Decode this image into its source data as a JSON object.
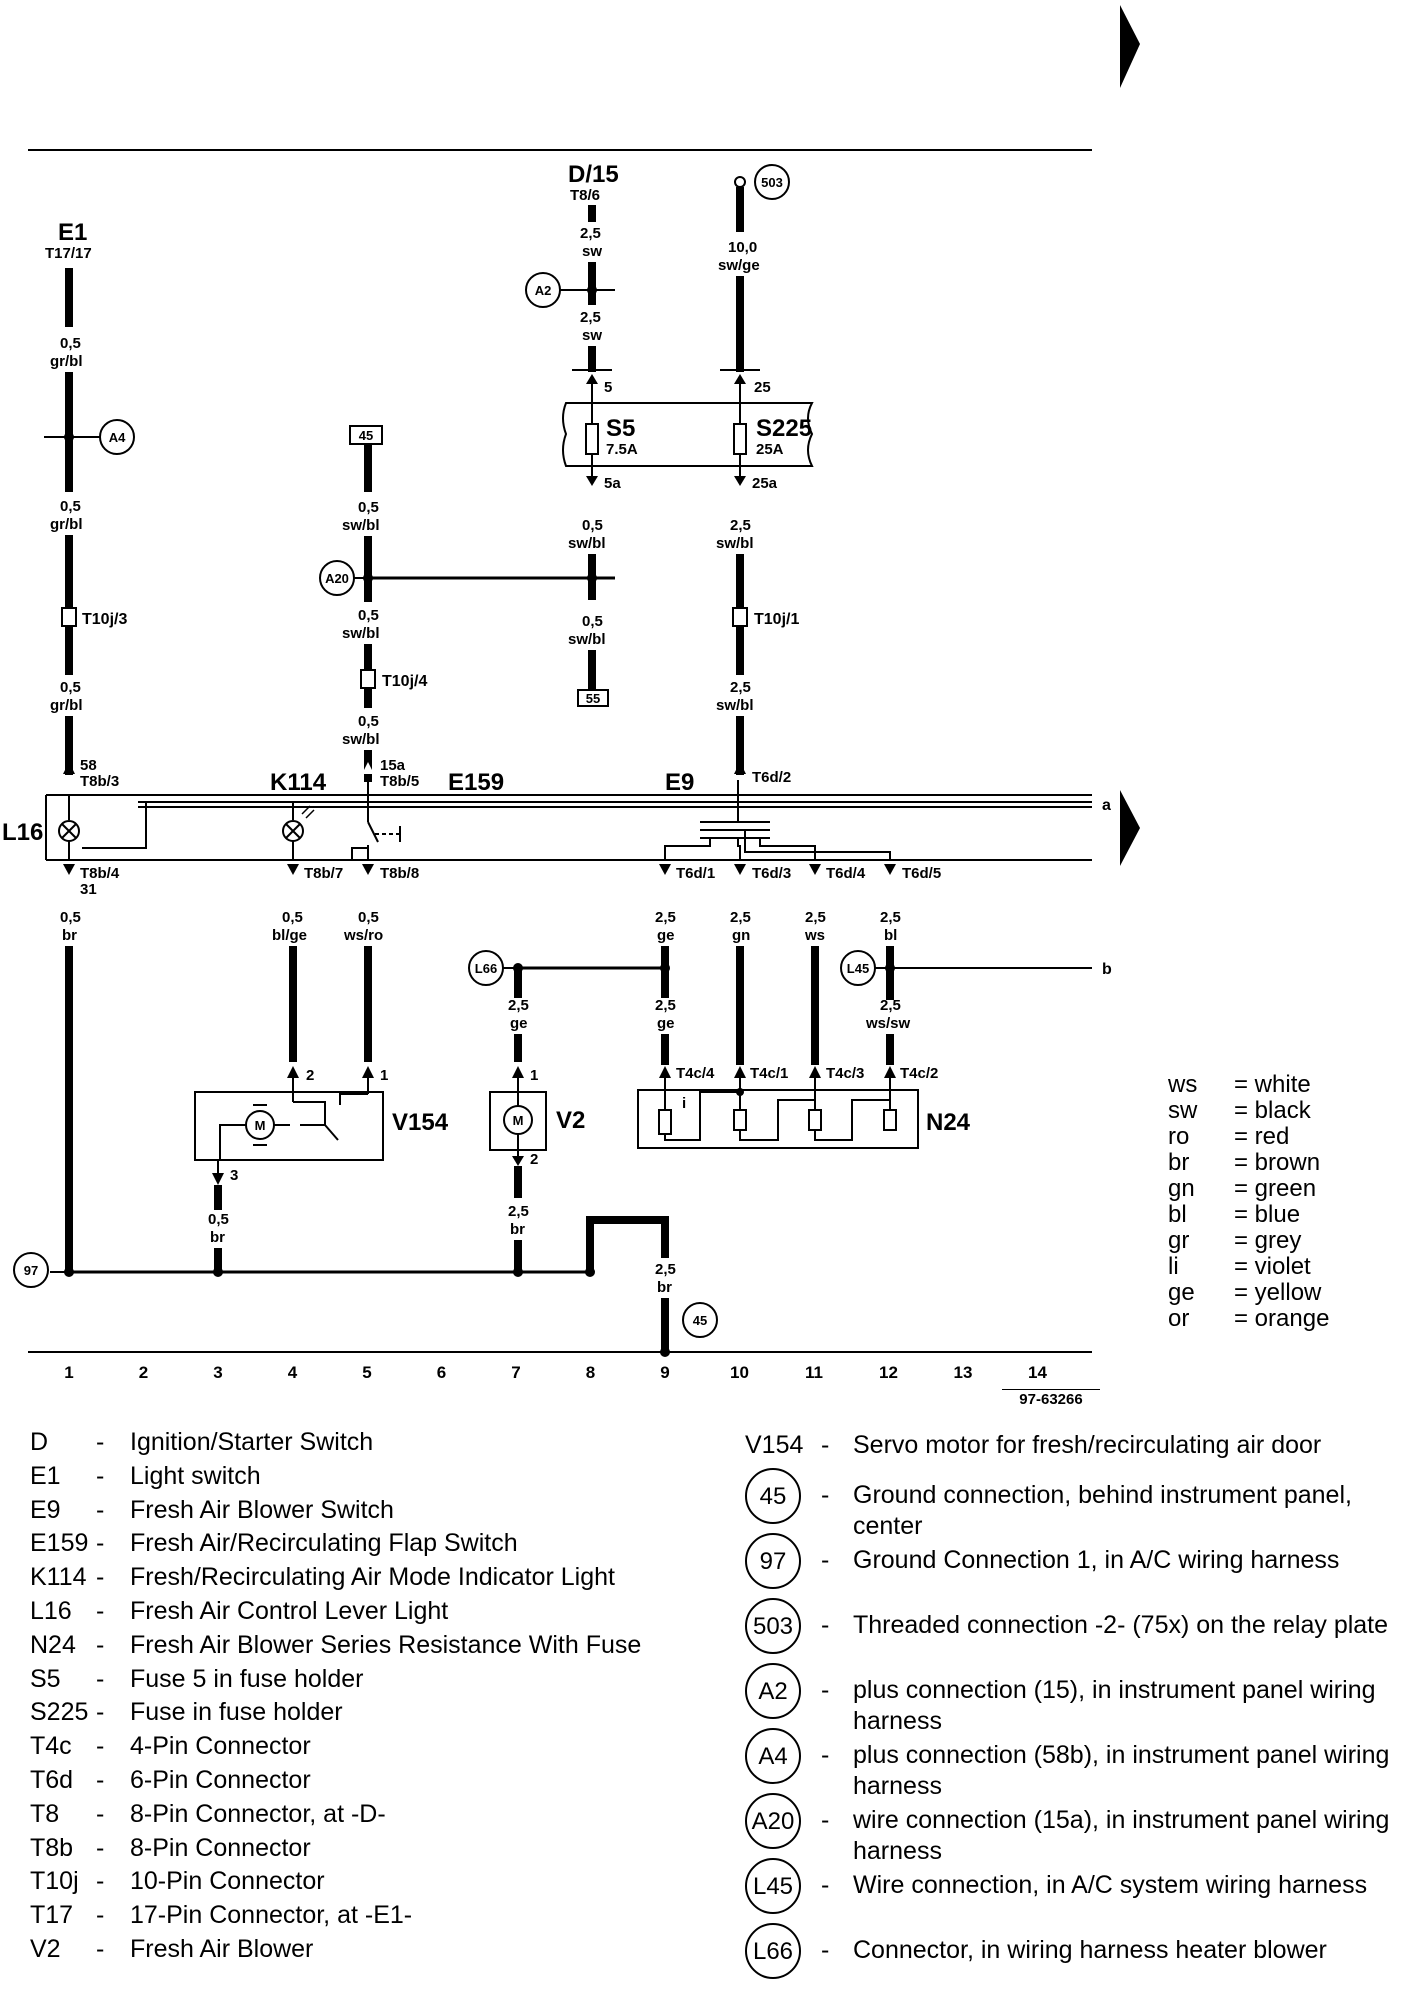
{
  "diagram": {
    "ref_number": "97-63266",
    "columns": [
      "1",
      "2",
      "3",
      "4",
      "5",
      "6",
      "7",
      "8",
      "9",
      "10",
      "11",
      "12",
      "13",
      "14"
    ],
    "terminals": {
      "E1": "E1",
      "E1_pin": "T17/17",
      "D": "D/15",
      "D_pin": "T8/6",
      "rel45": "45",
      "rel55": "55"
    },
    "fuses": {
      "S5": "S5",
      "S5_rating": "7.5A",
      "S5_in": "5",
      "S5_out": "5a",
      "S225": "S225",
      "S225_rating": "25A",
      "S225_in": "25",
      "S225_out": "25a"
    },
    "components": {
      "L16": "L16",
      "K114": "K114",
      "E159": "E159",
      "E9": "E9",
      "V154": "V154",
      "V2": "V2",
      "N24": "N24"
    },
    "connectors": {
      "T10j3": "T10j/3",
      "T10j4": "T10j/4",
      "T10j1": "T10j/1",
      "T8b3": "T8b/3",
      "T8b3_num": "58",
      "T8b5": "T8b/5",
      "T8b5_num": "15a",
      "T6d2": "T6d/2",
      "T8b4": "T8b/4",
      "T8b4_num": "31",
      "T8b7": "T8b/7",
      "T8b8": "T8b/8",
      "T6d1": "T6d/1",
      "T6d3": "T6d/3",
      "T6d4": "T6d/4",
      "T6d5": "T6d/5",
      "T4c4": "T4c/4",
      "T4c1": "T4c/1",
      "T4c3": "T4c/3",
      "T4c2": "T4c/2",
      "V154_p1": "1",
      "V154_p2": "2",
      "V154_p3": "3",
      "V2_p1": "1",
      "V2_p2": "2",
      "N24_i": "i",
      "line_a": "a",
      "line_b": "b"
    },
    "circles": {
      "A4": "A4",
      "A2": "A2",
      "A20": "A20",
      "L66": "L66",
      "L45": "L45",
      "c97": "97",
      "c45": "45",
      "c503": "503"
    },
    "wires": {
      "w1a_size": "0,5",
      "w1a_color": "gr/bl",
      "w1b_size": "0,5",
      "w1b_color": "gr/bl",
      "w1c_size": "0,5",
      "w1c_color": "gr/bl",
      "w1d_size": "0,5",
      "w1d_color": "br",
      "w3_size": "0,5",
      "w3_color": "br",
      "w4_size": "0,5",
      "w4_color": "bl/ge",
      "w5a_size": "0,5",
      "w5a_color": "sw/bl",
      "w5b_size": "0,5",
      "w5b_color": "sw/bl",
      "w5c_size": "0,5",
      "w5c_color": "sw/bl",
      "w5d_size": "0,5",
      "w5d_color": "ws/ro",
      "w7a_size": "2,5",
      "w7a_color": "ge",
      "w7b_size": "2,5",
      "w7b_color": "br",
      "w8a_size": "2,5",
      "w8a_color": "sw",
      "w8b_size": "2,5",
      "w8b_color": "sw",
      "w8c_size": "0,5",
      "w8c_color": "sw/bl",
      "w8d_size": "0,5",
      "w8d_color": "sw/bl",
      "w9_size": "2,5",
      "w9_color": "br",
      "w9a_size": "2,5",
      "w9a_color": "ge",
      "w9b_size": "2,5",
      "w9b_color": "ge",
      "w10a_size": "10,0",
      "w10a_color": "sw/ge",
      "w10b_size": "2,5",
      "w10b_color": "sw/bl",
      "w10c_size": "2,5",
      "w10c_color": "sw/bl",
      "w10d_size": "2,5",
      "w10d_color": "gn",
      "w11_size": "2,5",
      "w11_color": "ws",
      "w12a_size": "2,5",
      "w12a_color": "bl",
      "w12b_size": "2,5",
      "w12b_color": "ws/sw"
    }
  },
  "color_key": [
    {
      "abbr": "ws",
      "meaning": "= white"
    },
    {
      "abbr": "sw",
      "meaning": "= black"
    },
    {
      "abbr": "ro",
      "meaning": "= red"
    },
    {
      "abbr": "br",
      "meaning": "= brown"
    },
    {
      "abbr": "gn",
      "meaning": "= green"
    },
    {
      "abbr": "bl",
      "meaning": "= blue"
    },
    {
      "abbr": "gr",
      "meaning": "= grey"
    },
    {
      "abbr": "li",
      "meaning": "= violet"
    },
    {
      "abbr": "ge",
      "meaning": "= yellow"
    },
    {
      "abbr": "or",
      "meaning": "= orange"
    }
  ],
  "legend_left": [
    {
      "code": "D",
      "dash": "-",
      "desc": "Ignition/Starter Switch"
    },
    {
      "code": "E1",
      "dash": "-",
      "desc": "Light switch"
    },
    {
      "code": "E9",
      "dash": "-",
      "desc": "Fresh Air Blower Switch"
    },
    {
      "code": "E159",
      "dash": "-",
      "desc": "Fresh Air/Recirculating Flap Switch"
    },
    {
      "code": "K114",
      "dash": "-",
      "desc": "Fresh/Recirculating Air Mode Indicator Light"
    },
    {
      "code": "L16",
      "dash": "-",
      "desc": "Fresh Air Control Lever Light"
    },
    {
      "code": "N24",
      "dash": "-",
      "desc": "Fresh Air Blower Series Resistance With Fuse"
    },
    {
      "code": "S5",
      "dash": "-",
      "desc": "Fuse 5 in fuse holder"
    },
    {
      "code": "S225",
      "dash": "-",
      "desc": "Fuse in fuse holder"
    },
    {
      "code": "T4c",
      "dash": "-",
      "desc": "4-Pin Connector"
    },
    {
      "code": "T6d",
      "dash": "-",
      "desc": "6-Pin Connector"
    },
    {
      "code": "T8",
      "dash": "-",
      "desc": "8-Pin Connector, at -D-"
    },
    {
      "code": "T8b",
      "dash": "-",
      "desc": "8-Pin Connector"
    },
    {
      "code": "T10j",
      "dash": "-",
      "desc": "10-Pin Connector"
    },
    {
      "code": "T17",
      "dash": "-",
      "desc": "17-Pin Connector, at -E1-"
    },
    {
      "code": "V2",
      "dash": "-",
      "desc": "Fresh Air Blower"
    }
  ],
  "legend_right": [
    {
      "code": "V154",
      "dash": "-",
      "desc": "Servo motor for fresh/recirculating air door"
    },
    {
      "code": "45",
      "dash": "-",
      "desc": "Ground connection, behind instrument panel, center"
    },
    {
      "code": "97",
      "dash": "-",
      "desc": "Ground Connection 1, in A/C wiring harness"
    },
    {
      "code": "503",
      "dash": "-",
      "desc": "Threaded connection -2- (75x) on the relay plate"
    },
    {
      "code": "A2",
      "dash": "-",
      "desc": "plus connection (15), in instrument panel wiring harness"
    },
    {
      "code": "A4",
      "dash": "-",
      "desc": "plus connection (58b), in instrument panel wiring harness"
    },
    {
      "code": "A20",
      "dash": "-",
      "desc": "wire connection (15a), in instrument panel wiring harness"
    },
    {
      "code": "L45",
      "dash": "-",
      "desc": "Wire connection, in A/C system wiring harness"
    },
    {
      "code": "L66",
      "dash": "-",
      "desc": "Connector, in wiring harness heater blower"
    }
  ]
}
